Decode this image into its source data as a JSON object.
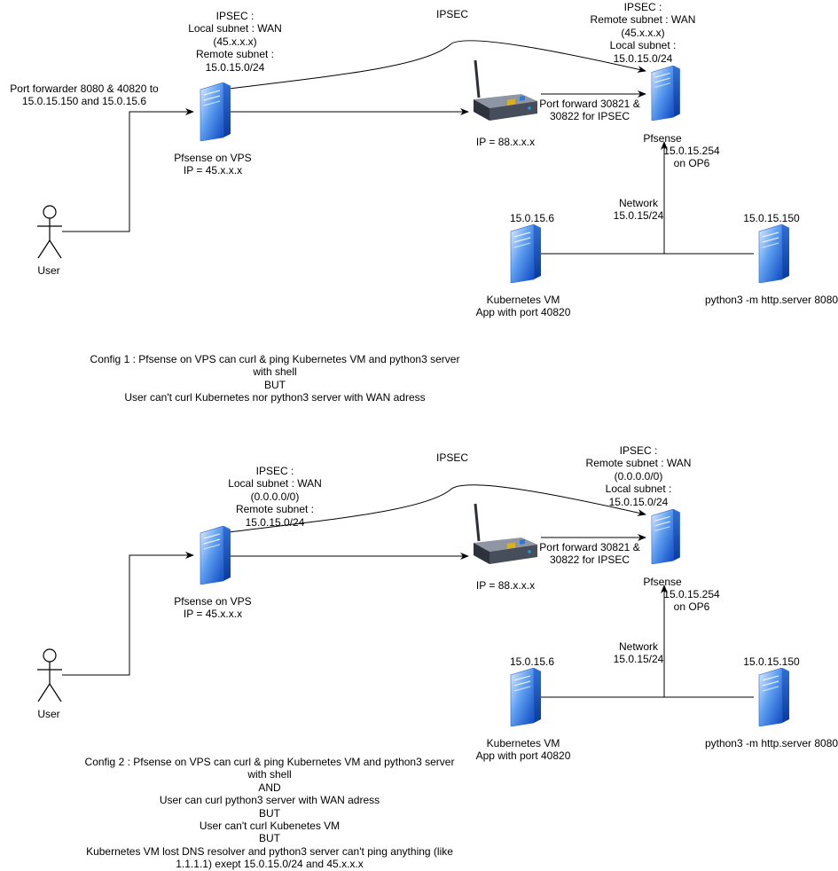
{
  "config1": {
    "ipsec_center": "IPSEC",
    "vps_ipsec": [
      "IPSEC :",
      "Local subnet : WAN",
      "(45.x.x.x)",
      "Remote subnet :",
      "15.0.15.0/24"
    ],
    "remote_ipsec": [
      "IPSEC :",
      "Remote subnet : WAN",
      "(45.x.x.x)",
      "Local subnet :",
      "15.0.15.0/24"
    ],
    "port_forwarder": [
      "Port forwarder 8080 & 40820 to",
      "15.0.15.150 and 15.0.15.6"
    ],
    "pfsense_vps": [
      "Pfsense on VPS",
      "IP = 45.x.x.x"
    ],
    "router_ip": "IP = 88.x.x.x",
    "port_forward": [
      "Port forward 30821 &",
      "30822 for IPSEC"
    ],
    "pfsense": "Pfsense",
    "op6": [
      "15.0.15.254",
      "on OP6"
    ],
    "network": [
      "Network",
      "15.0.15/24"
    ],
    "k8s_ip": "15.0.15.6",
    "k8s_label": [
      "Kubernetes VM",
      "App with port 40820"
    ],
    "py_ip": "15.0.15.150",
    "py_label": "python3 -m http.server 8080",
    "user": "User",
    "note": [
      "Config 1 : Pfsense on VPS can curl & ping Kubernetes VM and python3 server",
      "with shell",
      "BUT",
      "User can't curl Kubernetes nor python3 server with WAN adress"
    ]
  },
  "config2": {
    "ipsec_center": "IPSEC",
    "vps_ipsec": [
      "IPSEC :",
      "Local subnet : WAN",
      "(0.0.0.0/0)",
      "Remote subnet :",
      "15.0.15.0/24"
    ],
    "remote_ipsec": [
      "IPSEC :",
      "Remote subnet : WAN",
      "(0.0.0.0/0)",
      "Local subnet :",
      "15.0.15.0/24"
    ],
    "pfsense_vps": [
      "Pfsense on VPS",
      "IP = 45.x.x.x"
    ],
    "router_ip": "IP = 88.x.x.x",
    "port_forward": [
      "Port forward 30821 &",
      "30822 for IPSEC"
    ],
    "pfsense": "Pfsense",
    "op6": [
      "15.0.15.254",
      "on OP6"
    ],
    "network": [
      "Network",
      "15.0.15/24"
    ],
    "k8s_ip": "15.0.15.6",
    "k8s_label": [
      "Kubernetes VM",
      "App with port 40820"
    ],
    "py_ip": "15.0.15.150",
    "py_label": "python3 -m http.server 8080",
    "user": "User",
    "note": [
      "Config 2 : Pfsense on VPS can curl & ping Kubernetes VM and python3 server",
      "with shell",
      "AND",
      "User can curl python3 server with WAN adress",
      "BUT",
      "User can't curl Kubenetes VM",
      "BUT",
      "Kubernetes VM lost DNS resolver and python3 server can't ping anything (like",
      "1.1.1.1) exept 15.0.15.0/24 and 45.x.x.x"
    ]
  },
  "icons": [
    "server-icon",
    "router-icon",
    "actor-icon"
  ],
  "colors": {
    "server_light": "#dbeafe",
    "server_dark": "#1d63d8",
    "router": "#3c4250",
    "line": "#000000"
  }
}
